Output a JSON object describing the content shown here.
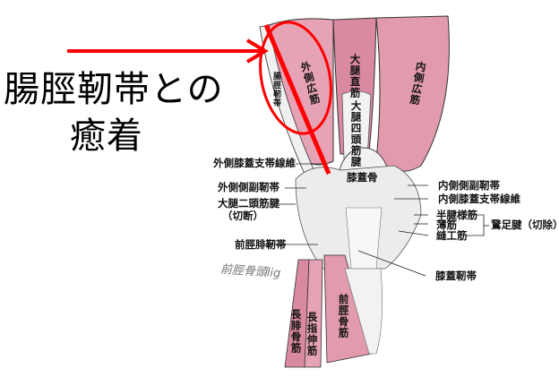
{
  "title": {
    "line1": "腸脛靭帯との",
    "line2": "癒着"
  },
  "colors": {
    "highlight": "#ff0000",
    "muscle": "#d98aa0",
    "muscle_light": "#f2c2cf",
    "tendon": "#e8e8e8"
  },
  "labels": {
    "iliotibial_band": "腸脛靭帯",
    "vastus_lateralis": "外側広筋",
    "rectus_femoris": "大腿直筋",
    "quadriceps_tendon": "大腿四頭筋腱",
    "vastus_medialis": "内側広筋",
    "lateral_retinaculum": "外側膝蓋支帯線維",
    "patella": "膝蓋骨",
    "lateral_collateral": "外側側副靭帯",
    "biceps_tendon": "大腿二頭筋腱",
    "biceps_cut": "（切断）",
    "medial_collateral": "内側側副靭帯",
    "medial_retinaculum": "内側膝蓋支帯線維",
    "semitendinosus": "半腱様筋",
    "gracilis": "薄筋",
    "sartorius": "縫工筋",
    "pes_anserinus": "鵞足腱（切除）",
    "anterior_tibiofibular": "前脛腓靭帯",
    "handwritten_note": "前脛骨頭lig",
    "patellar_ligament": "膝蓋靭帯",
    "peroneus_longus": "長腓骨筋",
    "extensor_digitorum": "長指伸筋",
    "tibialis_anterior": "前脛骨筋"
  }
}
